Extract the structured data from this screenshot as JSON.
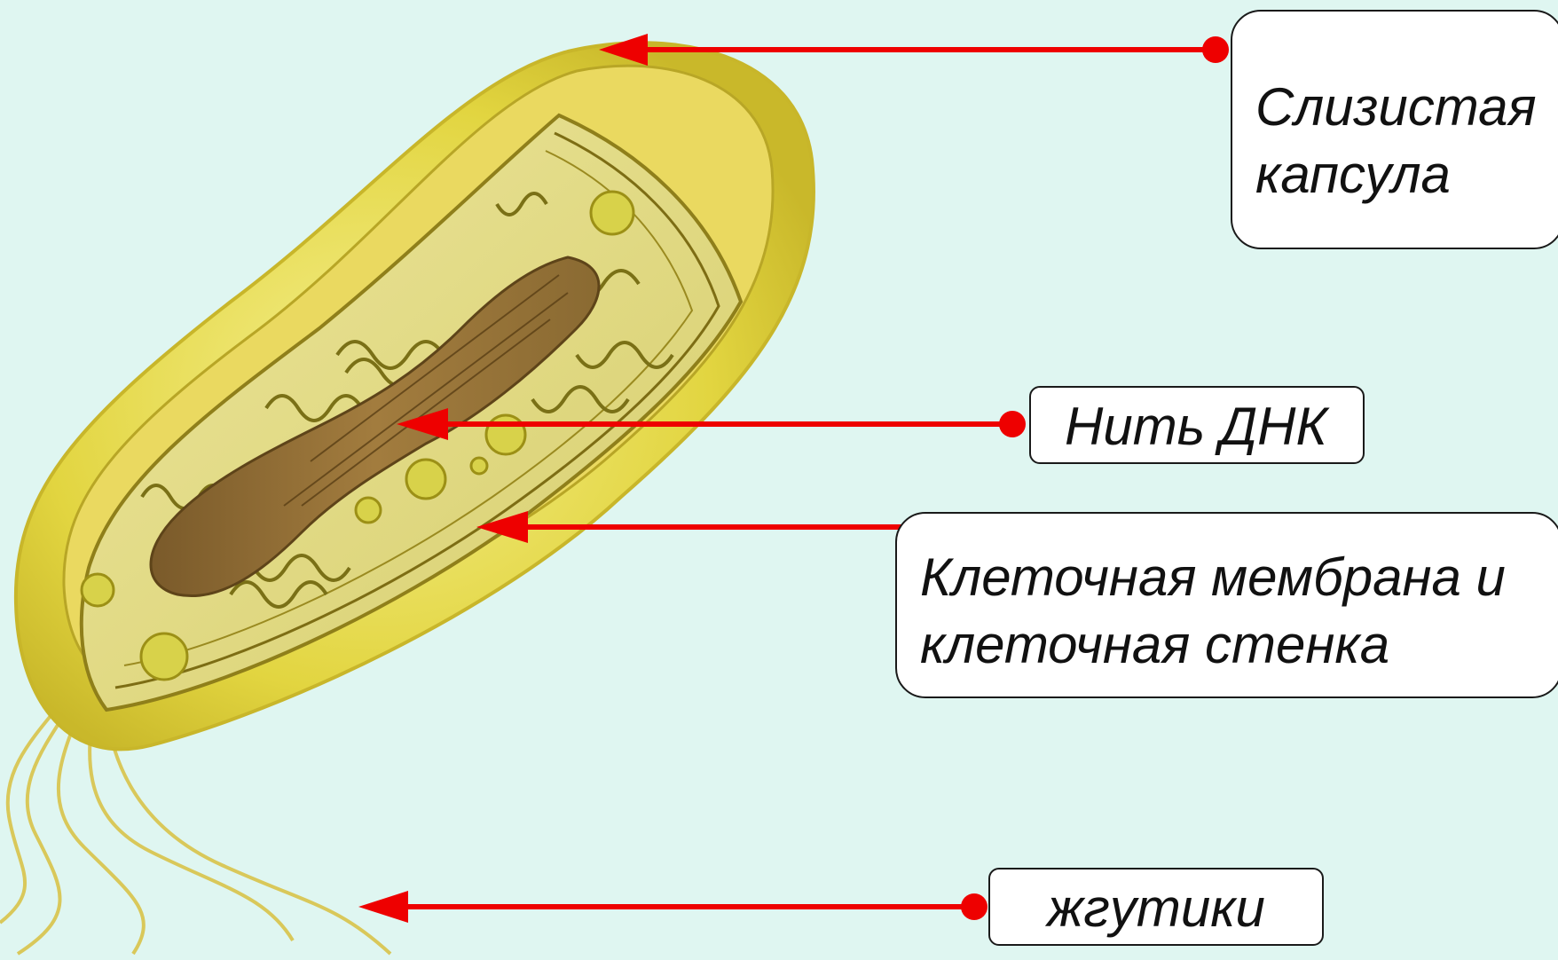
{
  "labels": {
    "capsule": [
      "Слизистая",
      "капсула"
    ],
    "dna": "Нить ДНК",
    "membrane": [
      "Клеточная мембрана и",
      "клеточная стенка"
    ],
    "flagella": "жгутики"
  },
  "colors": {
    "background": "#dff6f1",
    "arrow": "#ee0000",
    "capsule": "#e6dd3c",
    "cytoplasm": "#e3dd8c",
    "dna": "#8a6a32"
  }
}
